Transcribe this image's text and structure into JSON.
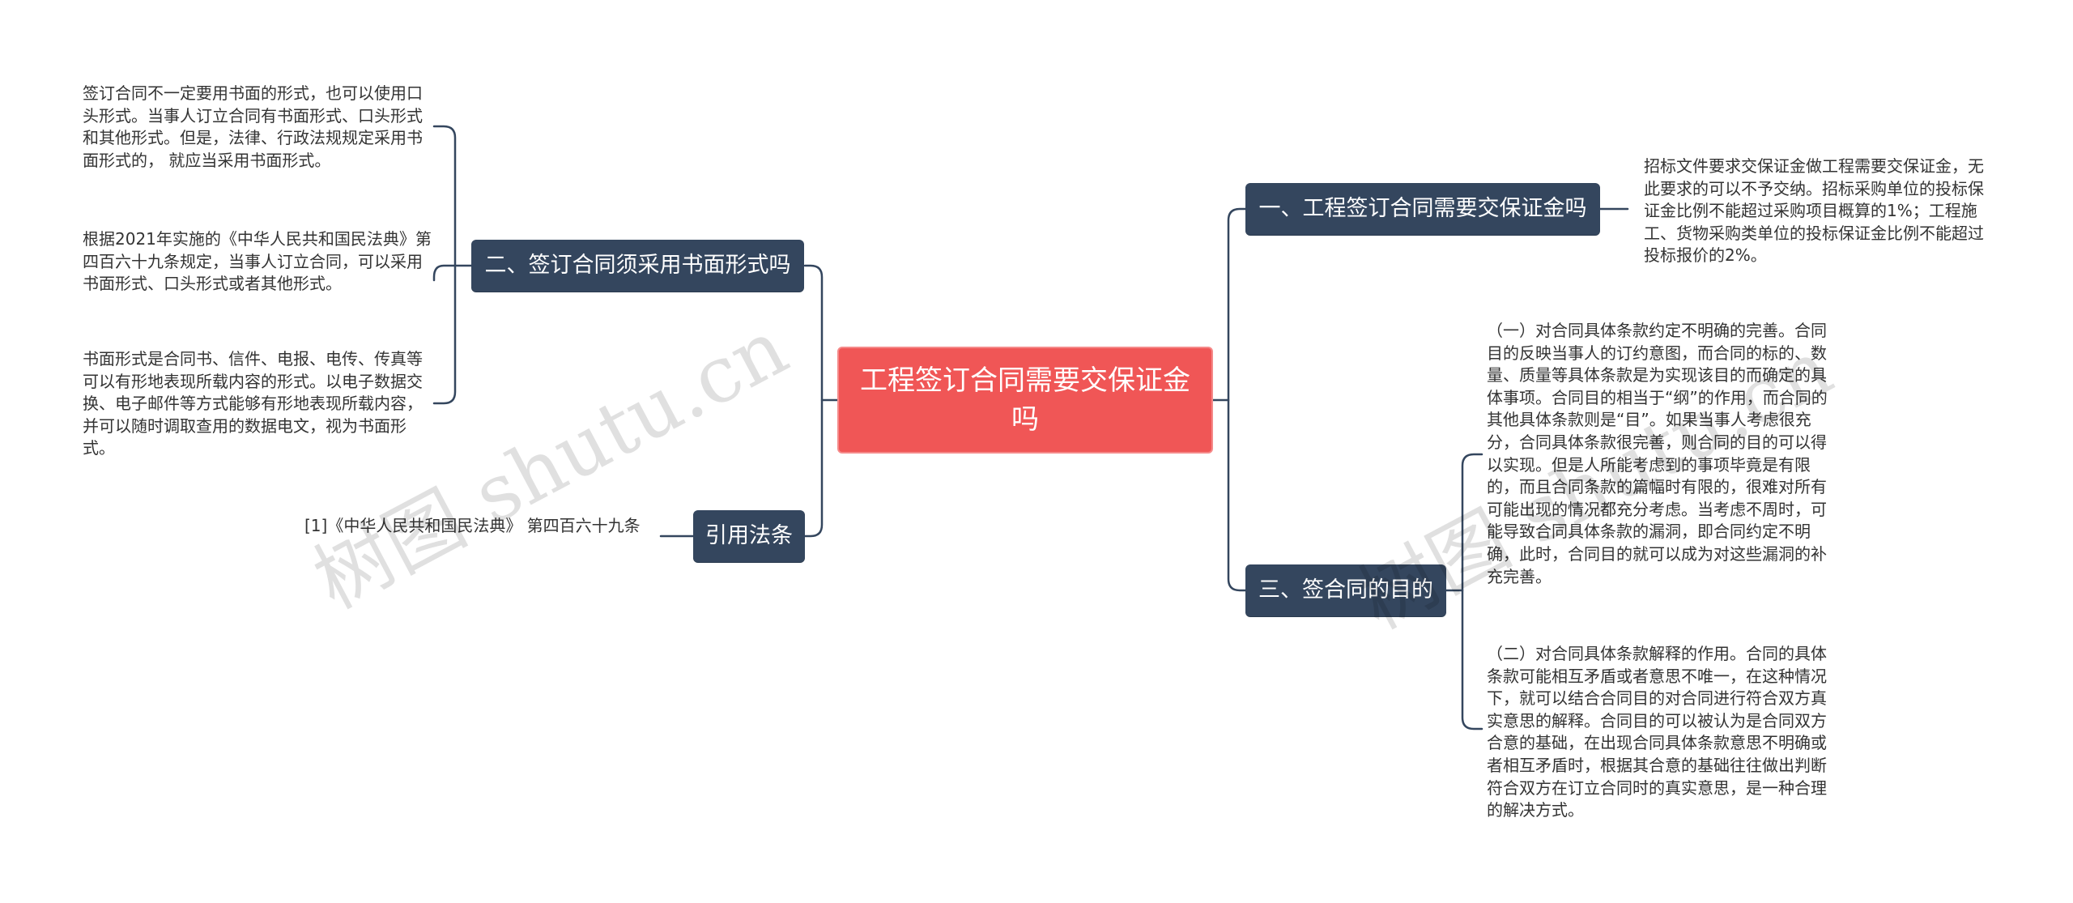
{
  "center": {
    "title": "工程签订合同需要交保证金吗"
  },
  "branches": [
    {
      "label": "二、签订合同须采用书面形式吗"
    },
    {
      "label": "引用法条"
    },
    {
      "label": "一、工程签订合同需要交保证金吗"
    },
    {
      "label": "三、签合同的目的"
    }
  ],
  "leaves": [
    {
      "text": "签订合同不一定要用书面的形式，也可以使用口头形式。当事人订立合同有书面形式、口头形式和其他形式。但是，法律、行政法规规定采用书面形式的， 就应当采用书面形式。"
    },
    {
      "text": "根据2021年实施的《中华人民共和国民法典》第四百六十九条规定，当事人订立合同，可以采用书面形式、口头形式或者其他形式。"
    },
    {
      "text": "书面形式是合同书、信件、电报、电传、传真等可以有形地表现所载内容的形式。以电子数据交换、电子邮件等方式能够有形地表现所载内容，并可以随时调取查用的数据电文，视为书面形式。"
    },
    {
      "text": "[1]《中华人民共和国民法典》 第四百六十九条"
    },
    {
      "text": "招标文件要求交保证金做工程需要交保证金，无此要求的可以不予交纳。招标采购单位的投标保证金比例不能超过采购项目概算的1%；工程施工、货物采购类单位的投标保证金比例不能超过投标报价的2%。"
    },
    {
      "text": "（一）对合同具体条款约定不明确的完善。合同目的反映当事人的订约意图，而合同的标的、数量、质量等具体条款是为实现该目的而确定的具体事项。合同目的相当于“纲”的作用，而合同的其他具体条款则是“目”。如果当事人考虑很充分，合同具体条款很完善，则合同的目的可以得以实现。但是人所能考虑到的事项毕竟是有限的，而且合同条款的篇幅时有限的，很难对所有可能出现的情况都充分考虑。当考虑不周时，可能导致合同具体条款的漏洞，即合同约定不明确，此时，合同目的就可以成为对这些漏洞的补充完善。"
    },
    {
      "text": "（二）对合同具体条款解释的作用。合同的具体条款可能相互矛盾或者意思不唯一，在这种情况下，就可以结合合同目的对合同进行符合双方真实意思的解释。合同目的可以被认为是合同双方合意的基础，在出现合同具体条款意思不明确或者相互矛盾时，根据其合意的基础往往做出判断符合双方在订立合同时的真实意思，是一种合理的解决方式。"
    }
  ],
  "watermarks": [
    "树图 shutu.cn",
    "树图 shutu.cn"
  ],
  "colors": {
    "center": "#f05656",
    "branch": "#34465e",
    "line": "#34465e",
    "text": "#333333"
  }
}
